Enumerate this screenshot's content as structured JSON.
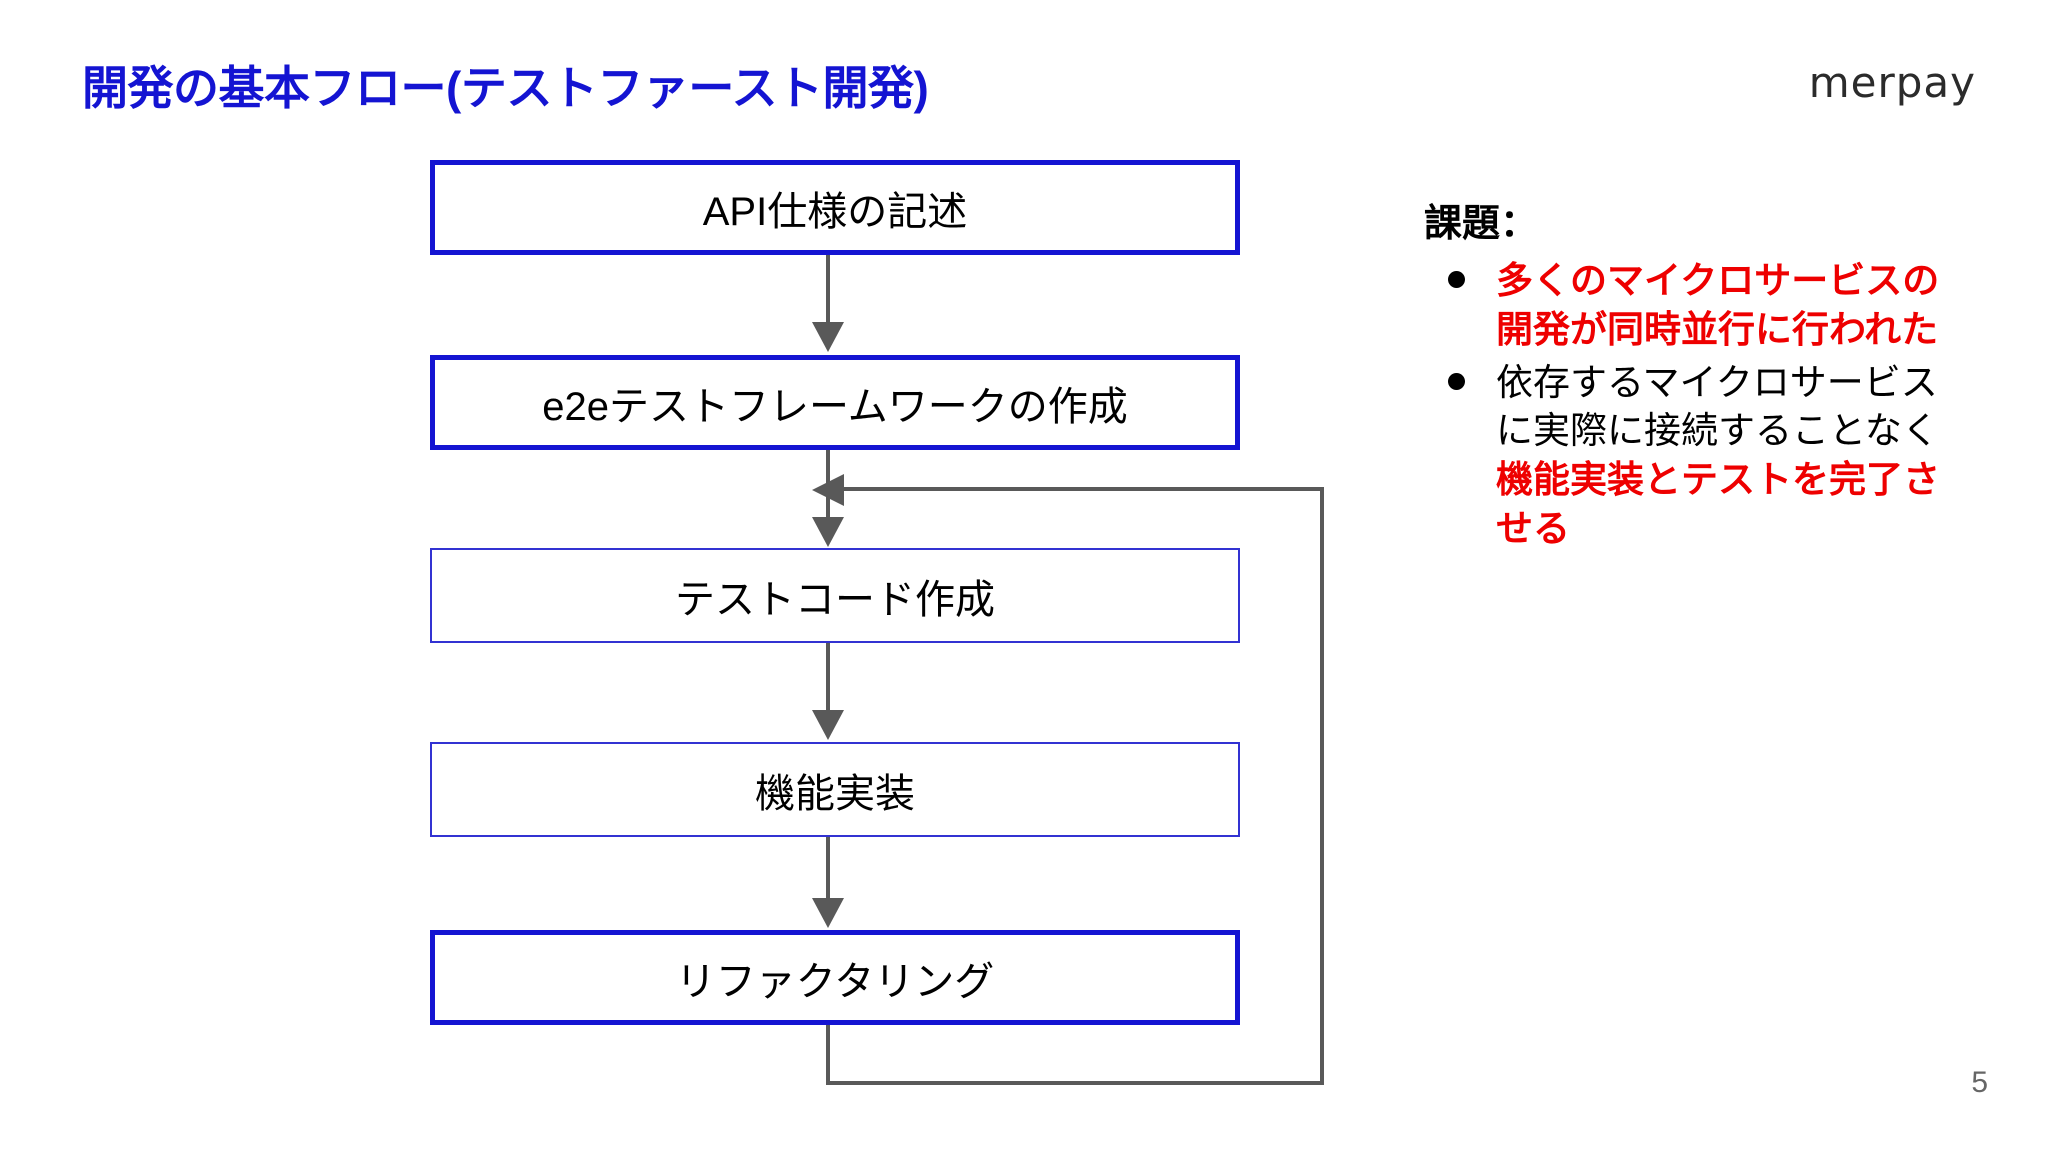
{
  "slide": {
    "title": "開発の基本フロー(テストファースト開発)",
    "brand": "merpay",
    "page_number": "5",
    "title_color": "#1414d2",
    "accent_red": "#ee0000",
    "arrow_gray": "#595959"
  },
  "flowchart": {
    "boxes": [
      {
        "label": "API仕様の記述",
        "border": "thick"
      },
      {
        "label": "e2eテストフレームワークの作成",
        "border": "thick"
      },
      {
        "label": "テストコード作成",
        "border": "thin"
      },
      {
        "label": "機能実装",
        "border": "thin"
      },
      {
        "label": "リファクタリング",
        "border": "thick"
      }
    ],
    "connectors": [
      "API仕様の記述 → e2eテストフレームワークの作成",
      "e2eテストフレームワークの作成 → テストコード作成",
      "テストコード作成 → 機能実装",
      "機能実装 → リファクタリング"
    ],
    "feedback_loop": "リファクタリング → テストコード作成"
  },
  "issues": {
    "heading": "課題：",
    "items": [
      {
        "segments": [
          {
            "text": "多くのマイクロサービスの開発が同時並行に行われた",
            "style": "red"
          }
        ]
      },
      {
        "segments": [
          {
            "text": "依存するマイクロサービスに実際に接続することなく",
            "style": "black"
          },
          {
            "text": "機能実装とテストを完了させる",
            "style": "red"
          }
        ]
      }
    ]
  }
}
